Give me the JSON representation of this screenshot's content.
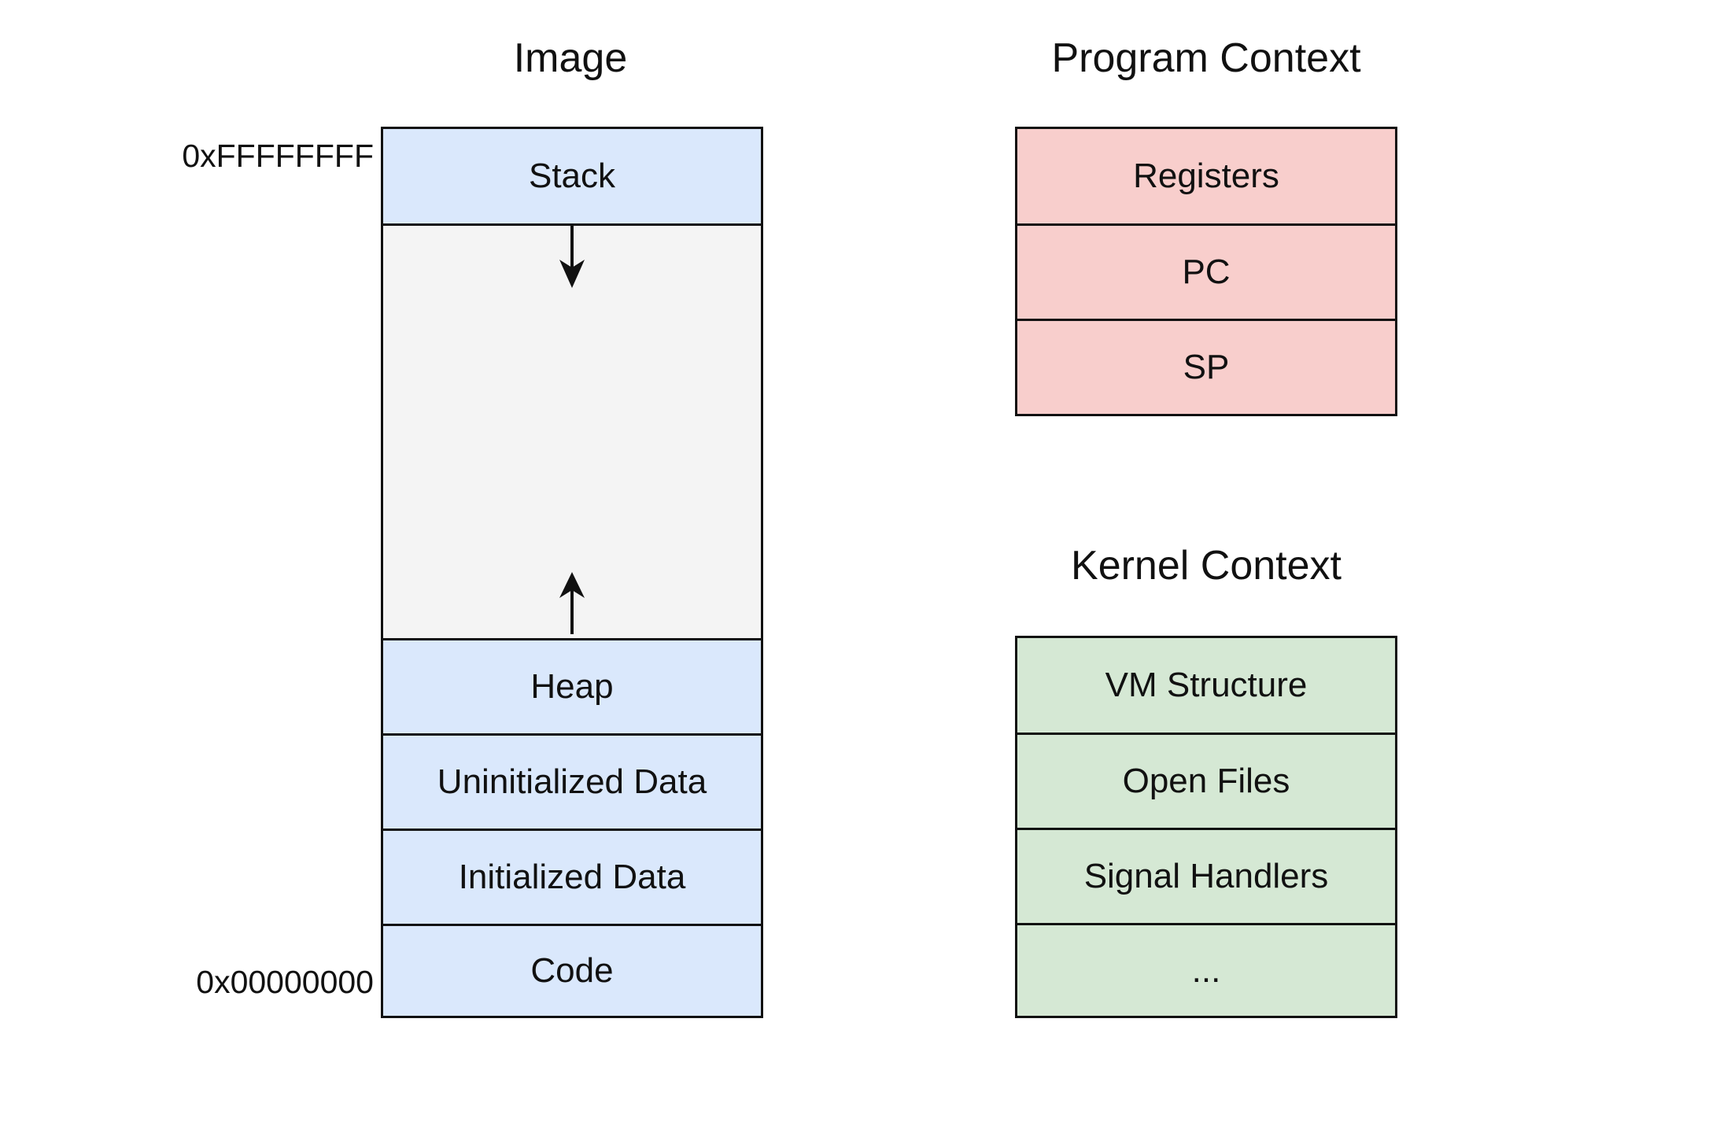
{
  "image": {
    "title": "Image",
    "address_high": "0xFFFFFFFF",
    "address_low": "0x00000000",
    "segments": {
      "stack": "Stack",
      "heap": "Heap",
      "uninitialized_data": "Uninitialized Data",
      "initialized_data": "Initialized Data",
      "code": "Code"
    },
    "color": "#dae8fc",
    "free_space_color": "#f4f4f4"
  },
  "program_context": {
    "title": "Program Context",
    "items": [
      "Registers",
      "PC",
      "SP"
    ],
    "color": "#f8cecc"
  },
  "kernel_context": {
    "title": "Kernel Context",
    "items": [
      "VM Structure",
      "Open Files",
      "Signal Handlers",
      "..."
    ],
    "color": "#d5e8d4"
  }
}
